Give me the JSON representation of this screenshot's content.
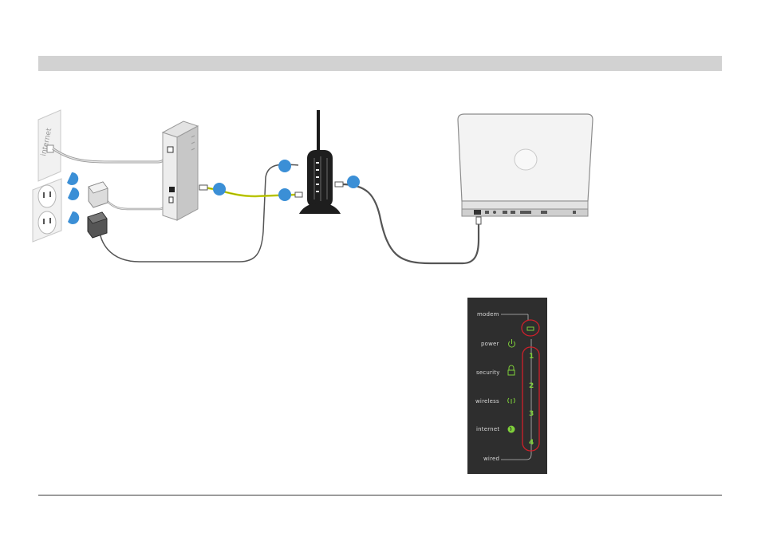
{
  "wall_plate": {
    "label": "internet"
  },
  "led_panel": {
    "labels": {
      "modem": "modem",
      "power": "power",
      "security": "security",
      "wireless": "wireless",
      "internet": "internet",
      "wired": "wired"
    },
    "port_numbers": [
      "1",
      "2",
      "3",
      "4"
    ]
  },
  "colors": {
    "header_bar": "#d2d2d2",
    "callout_dot": "#3b8fd6",
    "ethernet_cable": "#c9d400",
    "led_green": "#7fd03a",
    "highlight_red": "#d0202a",
    "panel_bg": "#2e2e2e"
  },
  "icons": [
    "power-icon",
    "security-lock-icon",
    "wireless-icon",
    "internet-globe-icon",
    "modem-led-icon"
  ]
}
